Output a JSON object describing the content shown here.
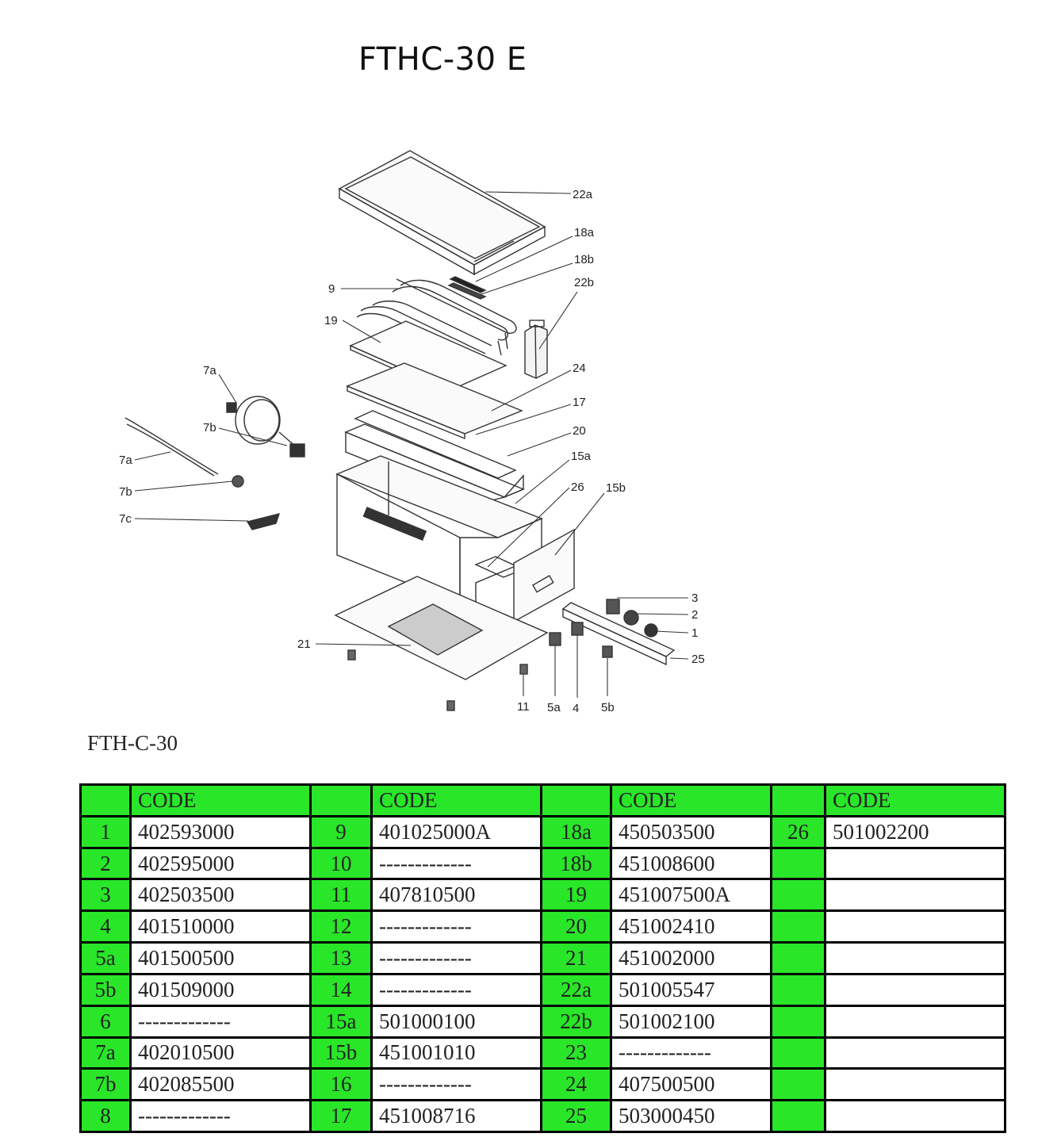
{
  "title": "FTHC-30 E",
  "subtitle": "FTH-C-30",
  "diagram": {
    "callouts": [
      "22a",
      "18a",
      "18b",
      "22b",
      "9",
      "19",
      "24",
      "17",
      "20",
      "15a",
      "26",
      "15b",
      "7a",
      "7b",
      "7a",
      "7b",
      "7c",
      "3",
      "2",
      "1",
      "25",
      "21",
      "11",
      "5a",
      "4",
      "5b"
    ]
  },
  "table": {
    "header": [
      "",
      "CODE",
      "",
      "CODE",
      "",
      "CODE",
      "",
      "CODE"
    ],
    "rows": [
      [
        "1",
        "402593000",
        "9",
        "401025000A",
        "18a",
        "450503500",
        "26",
        "501002200"
      ],
      [
        "2",
        "402595000",
        "10",
        "-------------",
        "18b",
        "451008600",
        "",
        ""
      ],
      [
        "3",
        "402503500",
        "11",
        "407810500",
        "19",
        "451007500A",
        "",
        ""
      ],
      [
        "4",
        "401510000",
        "12",
        "-------------",
        "20",
        "451002410",
        "",
        ""
      ],
      [
        "5a",
        "401500500",
        "13",
        "-------------",
        "21",
        "451002000",
        "",
        ""
      ],
      [
        "5b",
        "401509000",
        "14",
        "-------------",
        "22a",
        "501005547",
        "",
        ""
      ],
      [
        "6",
        "-------------",
        "15a",
        "501000100",
        "22b",
        "501002100",
        "",
        ""
      ],
      [
        "7a",
        "402010500",
        "15b",
        "451001010",
        "23",
        "-------------",
        "",
        ""
      ],
      [
        "7b",
        "402085500",
        "16",
        "-------------",
        "24",
        "407500500",
        "",
        ""
      ],
      [
        "8",
        "-------------",
        "17",
        "451008716",
        "25",
        "503000450",
        "",
        ""
      ]
    ]
  }
}
